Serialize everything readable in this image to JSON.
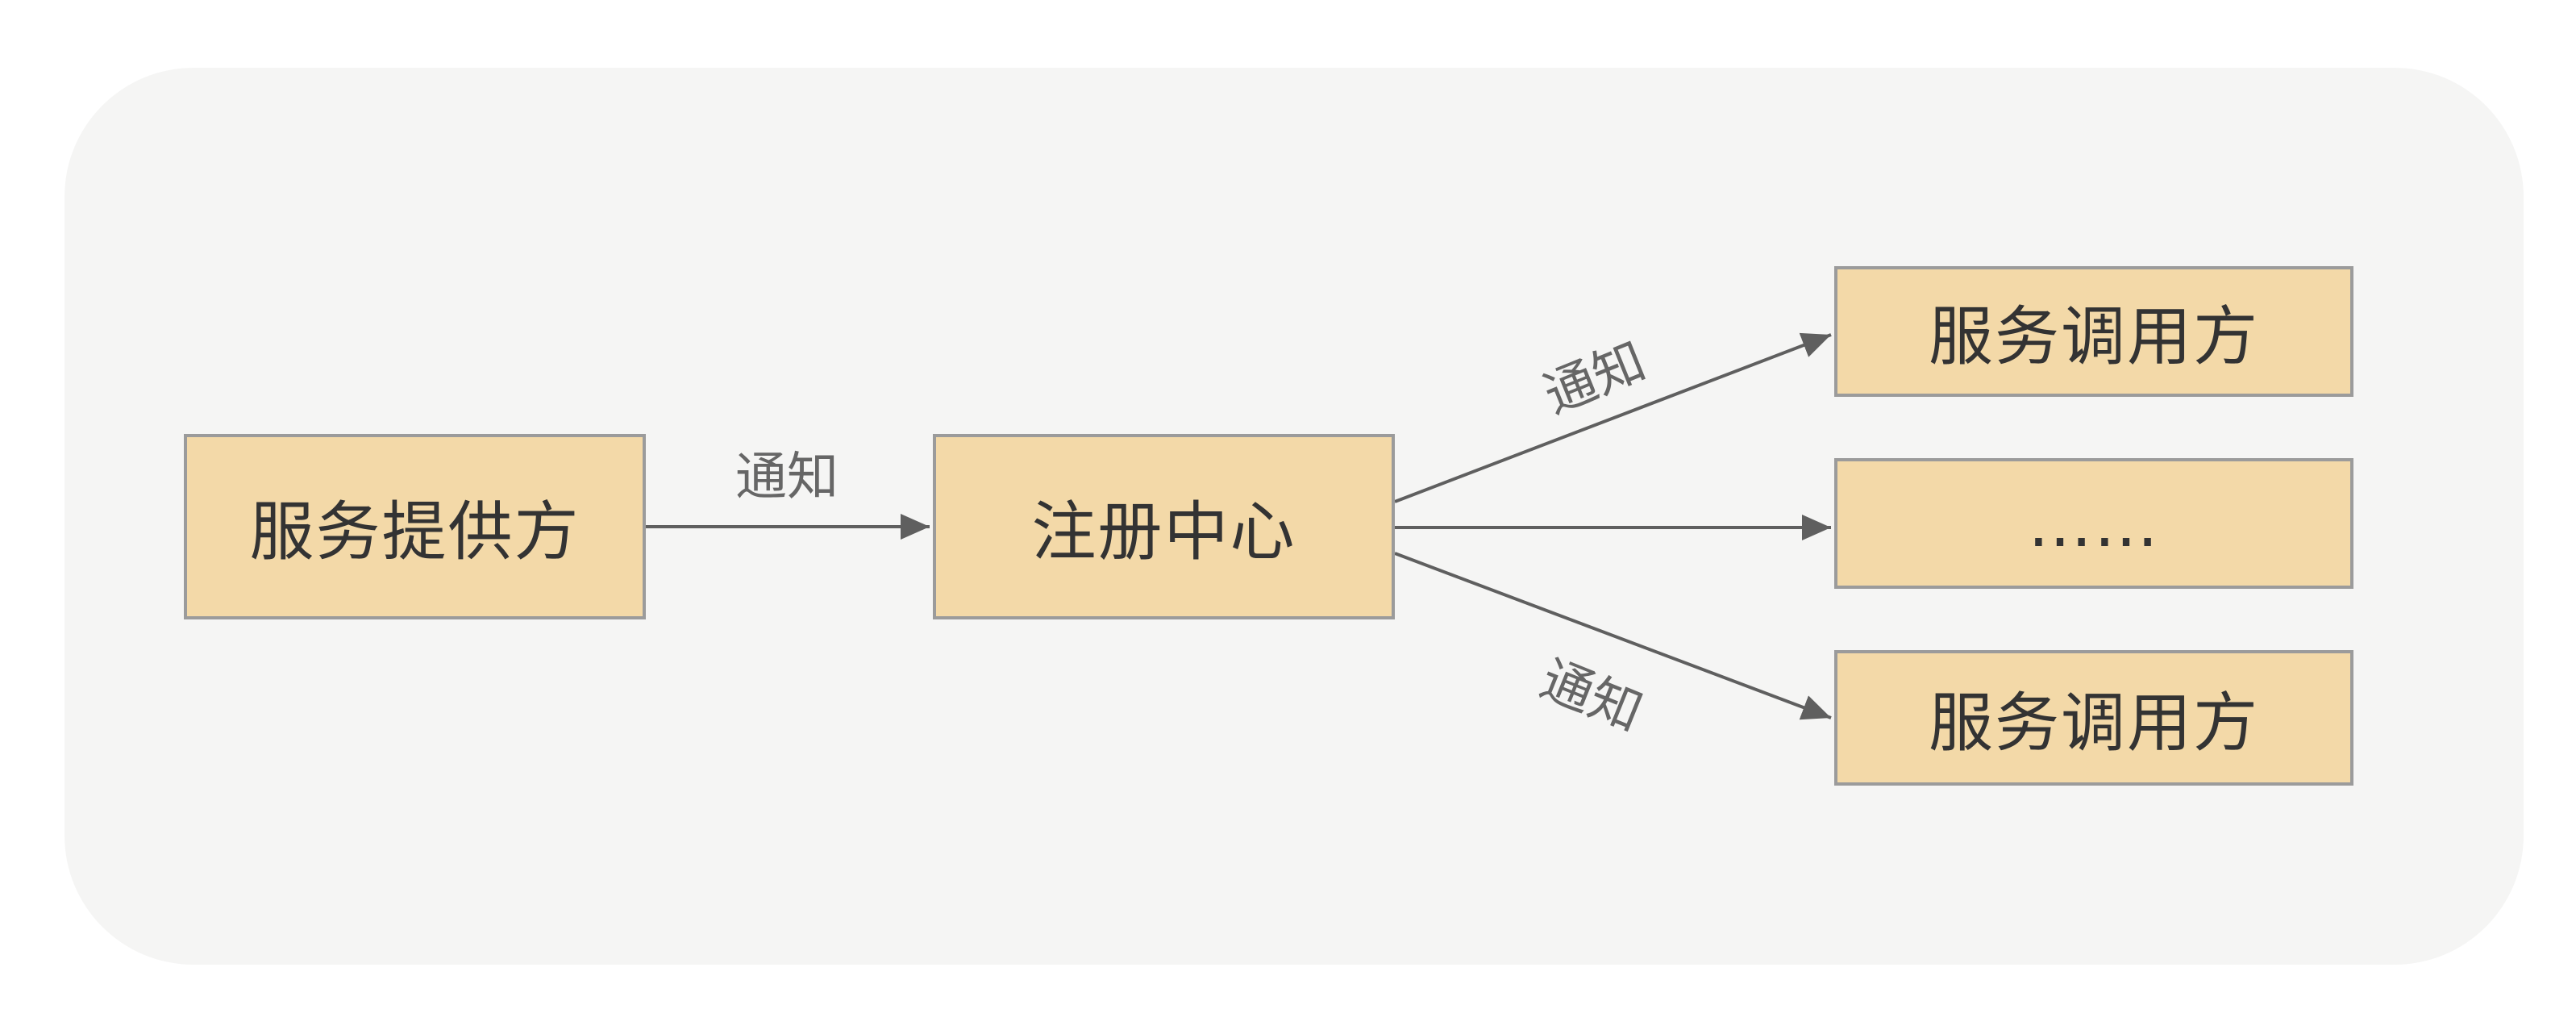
{
  "diagram": {
    "nodes": {
      "provider": "服务提供方",
      "registry": "注册中心",
      "consumer_top": "服务调用方",
      "consumer_middle": "……",
      "consumer_bottom": "服务调用方"
    },
    "edges": [
      {
        "from": "provider",
        "to": "registry",
        "label": "通知"
      },
      {
        "from": "registry",
        "to": "consumer_top",
        "label": "通知"
      },
      {
        "from": "registry",
        "to": "consumer_middle",
        "label": ""
      },
      {
        "from": "registry",
        "to": "consumer_bottom",
        "label": "通知"
      }
    ],
    "colors": {
      "node_fill": "#f3d9a8",
      "node_border": "#9b9b9b",
      "panel_background": "#f5f5f4",
      "edge": "#5f5f5f"
    }
  }
}
